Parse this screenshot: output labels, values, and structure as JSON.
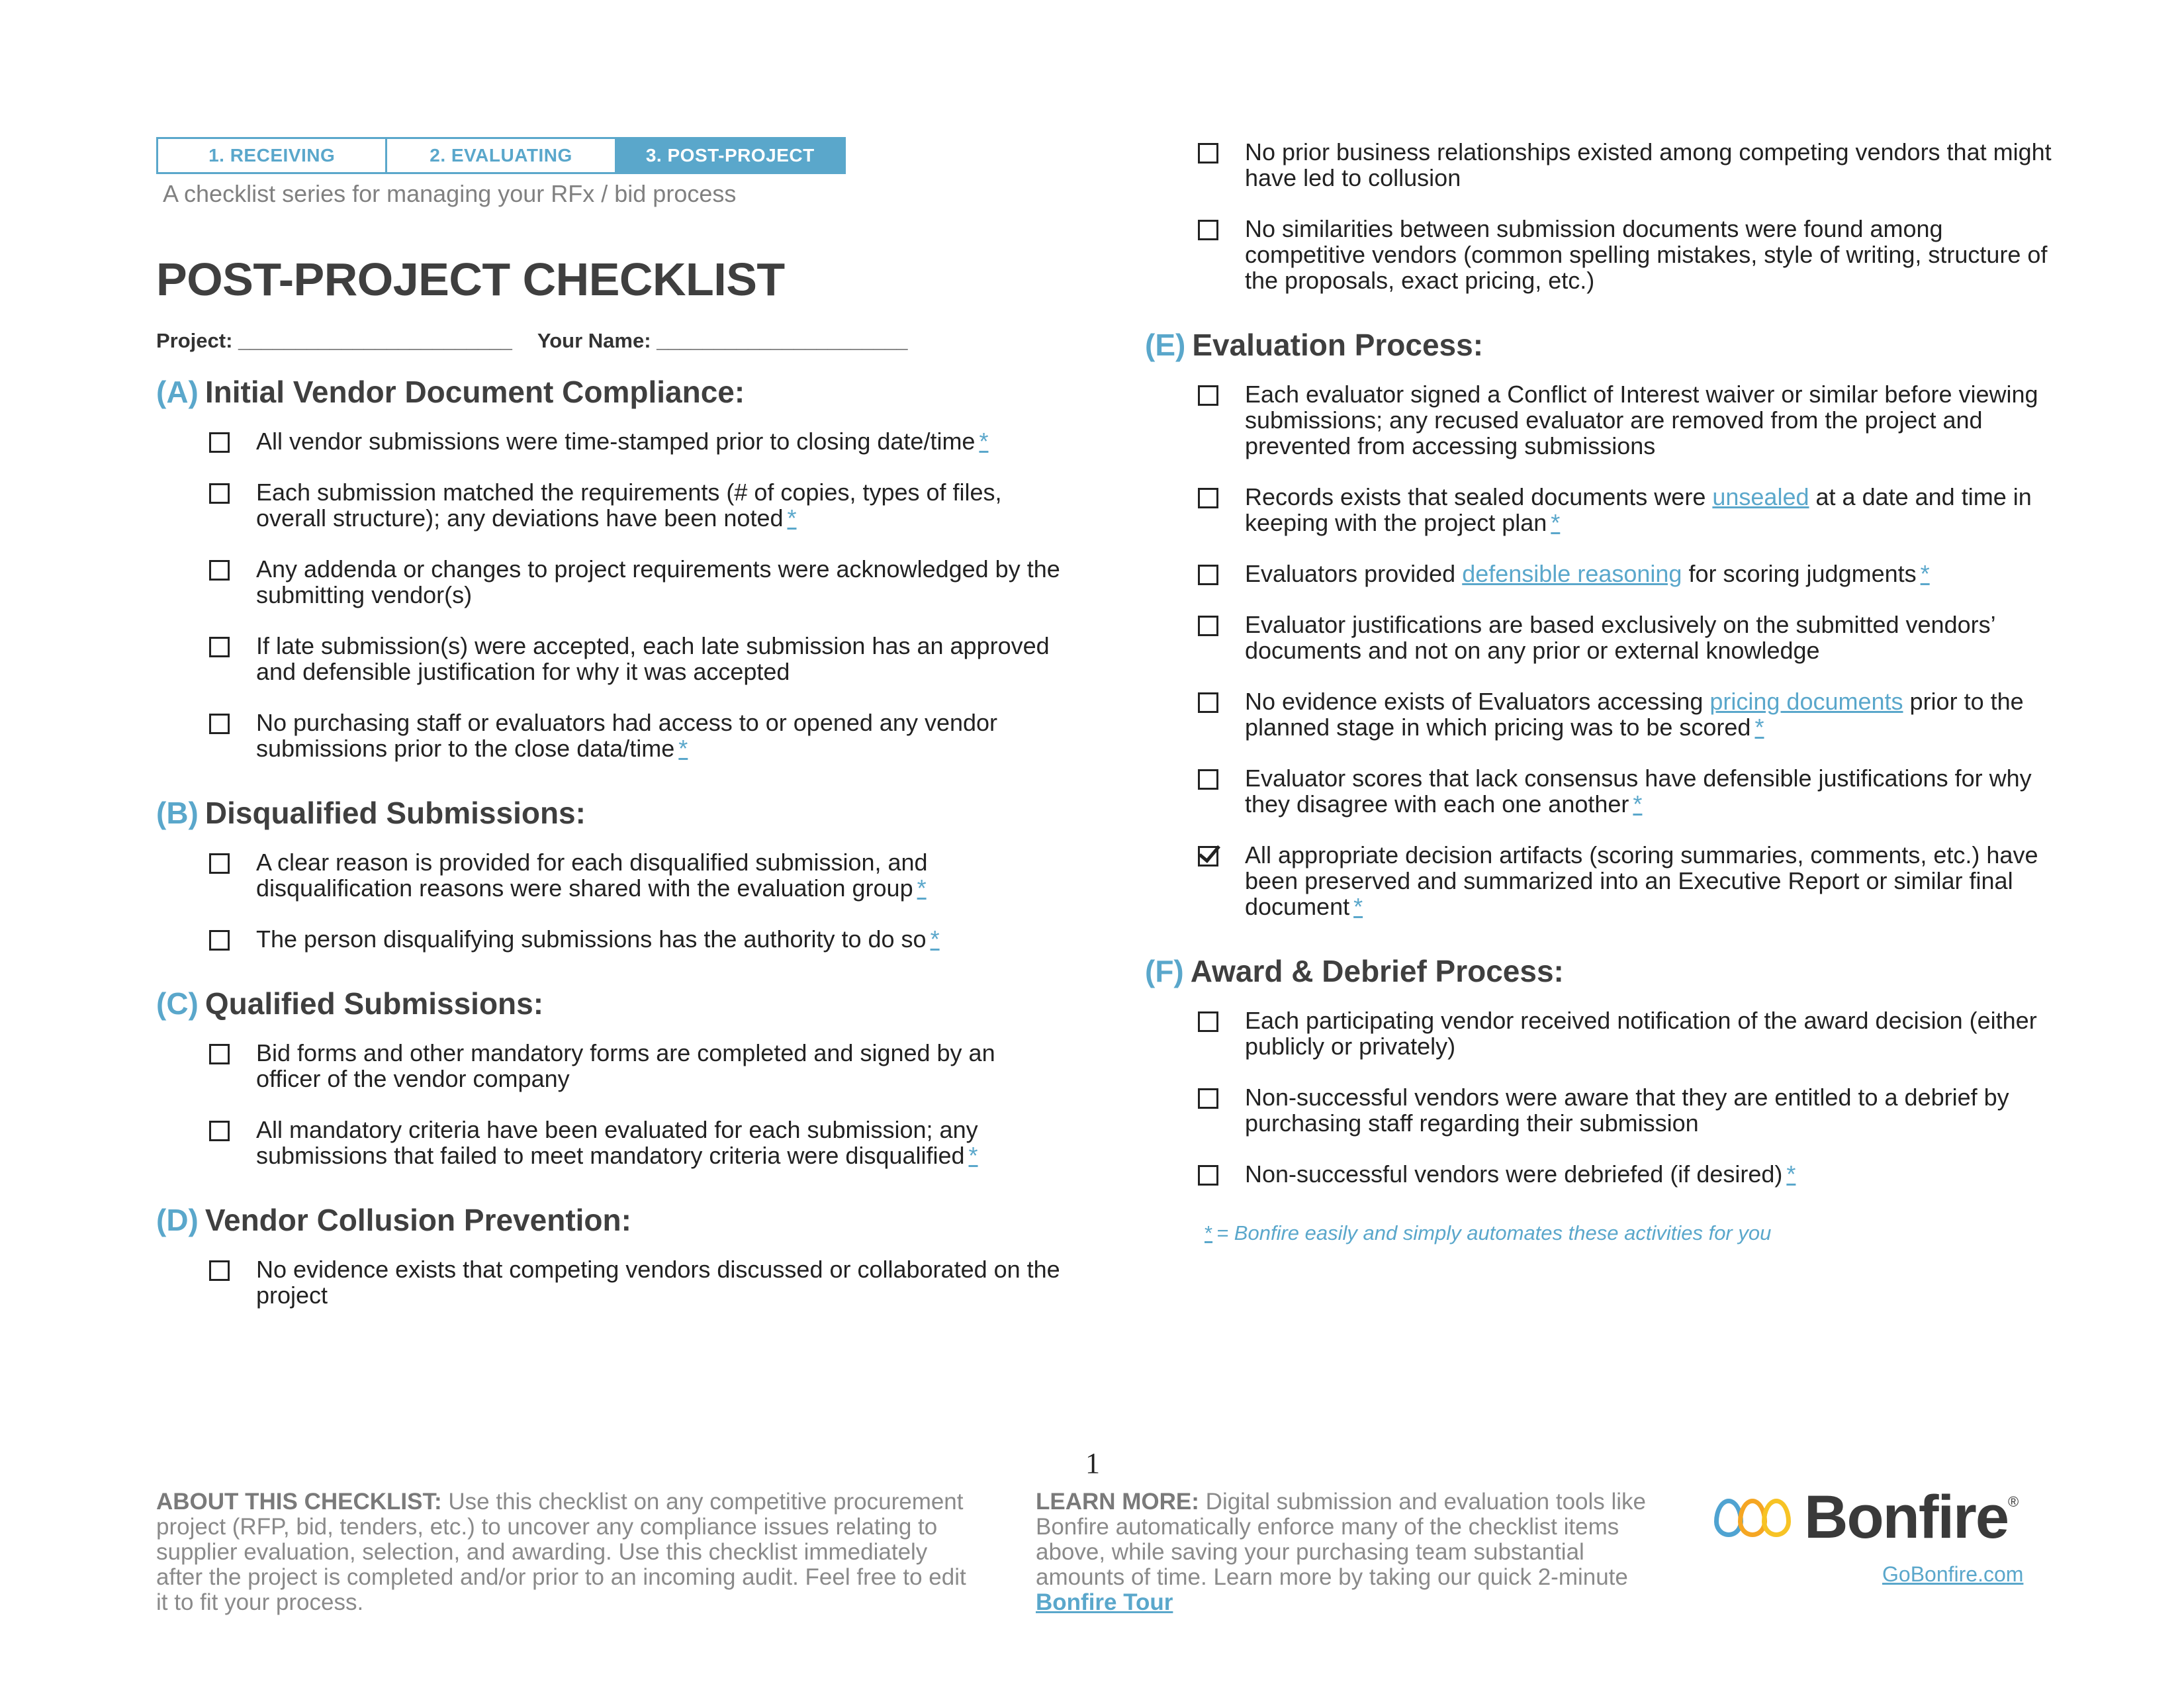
{
  "steps": [
    "1. RECEIVING",
    "2. EVALUATING",
    "3. POST-PROJECT"
  ],
  "subtitle": "A checklist series for managing your RFx / bid process",
  "title": "POST-PROJECT CHECKLIST",
  "fields": {
    "project": "Project: ________________________",
    "name": "Your Name: ______________________"
  },
  "sections": {
    "a": {
      "letter": "(A)",
      "title": "Initial Vendor Document Compliance:",
      "items": [
        "All vendor submissions were time-stamped prior to closing date/time",
        "Each submission matched the requirements (# of copies, types of files, overall structure); any deviations have been noted",
        "Any addenda or changes to project requirements were acknowledged by the submitting vendor(s)",
        "If late submission(s) were accepted, each late submission has an approved and defensible justification for why it was accepted",
        "No purchasing staff or evaluators had access to or opened any vendor submissions prior to the close data/time"
      ]
    },
    "b": {
      "letter": "(B)",
      "title": "Disqualified Submissions:",
      "items": [
        "A clear reason is provided for each disqualified submission, and disqualification reasons were shared with the evaluation group",
        "The person disqualifying submissions has the authority to do so"
      ]
    },
    "c": {
      "letter": "(C)",
      "title": "Qualified Submissions:",
      "items": [
        "Bid forms and other mandatory forms are completed and signed by an officer of the vendor company",
        "All mandatory criteria have been evaluated for each submission; any submissions that failed to meet mandatory criteria were disqualified"
      ]
    },
    "d": {
      "letter": "(D)",
      "title": "Vendor Collusion Prevention:",
      "items": [
        "No evidence exists that competing vendors discussed or collaborated on the project",
        "No prior business relationships existed among competing vendors that might have led to collusion",
        "No similarities between submission documents were found among competitive vendors (common spelling mistakes, style of writing, structure of the proposals, exact pricing, etc.)"
      ]
    },
    "e": {
      "letter": "(E)",
      "title": "Evaluation Process:",
      "items": [
        "Each evaluator signed a Conflict of Interest waiver or similar before viewing submissions; any recused evaluator are removed from the project and prevented from accessing submissions",
        "Records exists that sealed documents were",
        "unsealed",
        "at a date and time in keeping with the project plan",
        "Evaluators provided",
        "defensible reasoning",
        "for scoring judgments",
        "Evaluator justifications are based exclusively on the submitted vendors’ documents and not on any prior or external knowledge",
        "No evidence exists of Evaluators accessing",
        "pricing documents",
        "prior to the planned stage in which pricing was to be scored",
        "Evaluator scores that lack consensus have defensible justifications for why they disagree with each one another",
        "All appropriate decision artifacts (scoring summaries, comments, etc.) have been preserved and summarized into an Executive Report or similar final document"
      ]
    },
    "f": {
      "letter": "(F)",
      "title": "Award & Debrief Process:",
      "items": [
        "Each participating vendor received notification of the award decision (either publicly or privately)",
        "Non-successful vendors were aware that they are entitled to a debrief by purchasing staff regarding their submission",
        "Non-successful vendors were debriefed (if desired)"
      ]
    }
  },
  "star": "*",
  "legend": "= Bonfire easily and simply automates these activities for you",
  "page_number": "1",
  "footer": {
    "about_label": "ABOUT THIS CHECKLIST:",
    "about_text": " Use this checklist on any competitive procurement project (RFP, bid, tenders, etc.) to uncover any compliance issues relating to supplier evaluation, selection, and awarding. Use this checklist immediately after the project is completed and/or prior to an incoming audit. Feel free to edit it to fit your process.",
    "learn_label": "LEARN MORE:",
    "learn_text": " Digital submission and evaluation tools like Bonfire automatically enforce many of the checklist items above, while saving your purchasing team substantial amounts of time. Learn more by taking our quick 2-minute ",
    "tour_link": "Bonfire Tour",
    "brand": "Bonfire",
    "reg": "®",
    "site": "GoBonfire.com"
  },
  "colors": {
    "accent": "#5aa7cb",
    "text": "#222222",
    "muted": "#8a8a8a"
  }
}
